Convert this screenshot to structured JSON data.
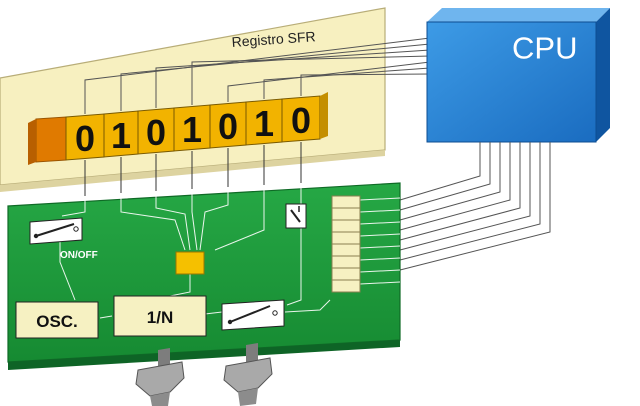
{
  "sfr": {
    "title": "Registro SFR",
    "bits": [
      "0",
      "1",
      "0",
      "1",
      "0",
      "1",
      "0"
    ]
  },
  "cpu": {
    "label": "CPU"
  },
  "board": {
    "switch_label": "ON/OFF",
    "osc_label": "OSC.",
    "divider_label": "1/N"
  },
  "colors": {
    "register_panel": "#f7f0c0",
    "bit_cell": "#f2b300",
    "bit_cell_first": "#e07a00",
    "cpu": "#1f7fd0",
    "board": "#1e9a3c",
    "chip": "#f5c000",
    "label_box": "#f6f1c2"
  }
}
